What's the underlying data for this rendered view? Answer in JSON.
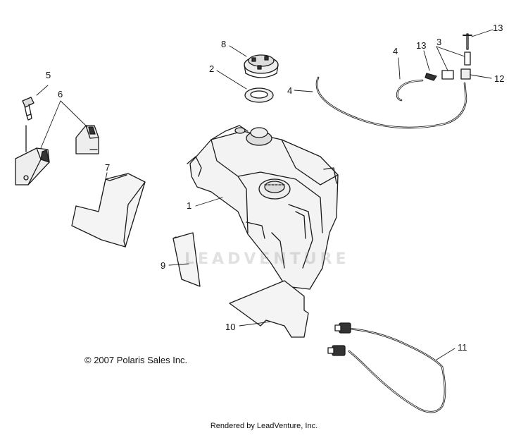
{
  "diagram": {
    "callouts": [
      "1",
      "2",
      "3",
      "4",
      "4",
      "5",
      "6",
      "7",
      "8",
      "9",
      "10",
      "11",
      "12",
      "13",
      "13"
    ],
    "copyright": "© 2007 Polaris Sales Inc.",
    "footer": "Rendered by LeadVenture, Inc.",
    "watermark": "LEADVENTURE"
  },
  "colors": {
    "line": "#1a1a1a",
    "shade": "#d9d9d9",
    "dark": "#2a2a2a"
  }
}
